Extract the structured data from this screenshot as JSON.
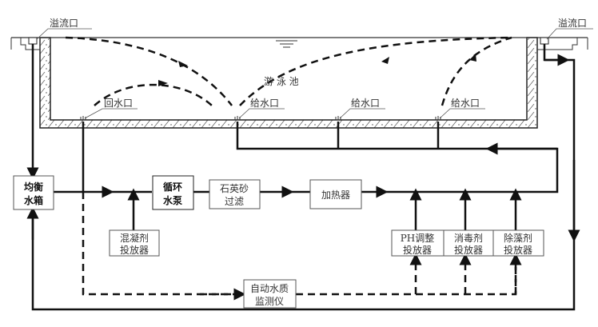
{
  "labels": {
    "overflow_left": "溢流口",
    "overflow_right": "溢流口",
    "pool": "游 泳 池",
    "return_inlet": "回水口",
    "supply_inlets": [
      "给水口",
      "给水口",
      "给水口"
    ]
  },
  "boxes": {
    "balance_tank": [
      "均衡",
      "水箱"
    ],
    "circulation_pump": [
      "循环",
      "水泵"
    ],
    "sand_filter": [
      "石英砂",
      "过滤"
    ],
    "heater": [
      "加热器"
    ],
    "coagulant_dispenser": [
      "混凝剂",
      "投放器"
    ],
    "ph_dispenser": [
      "PH调整",
      "投放器"
    ],
    "disinfectant_dispenser": [
      "消毒剂",
      "投放器"
    ],
    "algaecide_dispenser": [
      "除藻剂",
      "投放器"
    ],
    "water_quality_monitor": [
      "自动水质",
      "监测仪"
    ]
  },
  "colors": {
    "line": "#111111",
    "box_border": "#555555",
    "text": "#333333"
  }
}
